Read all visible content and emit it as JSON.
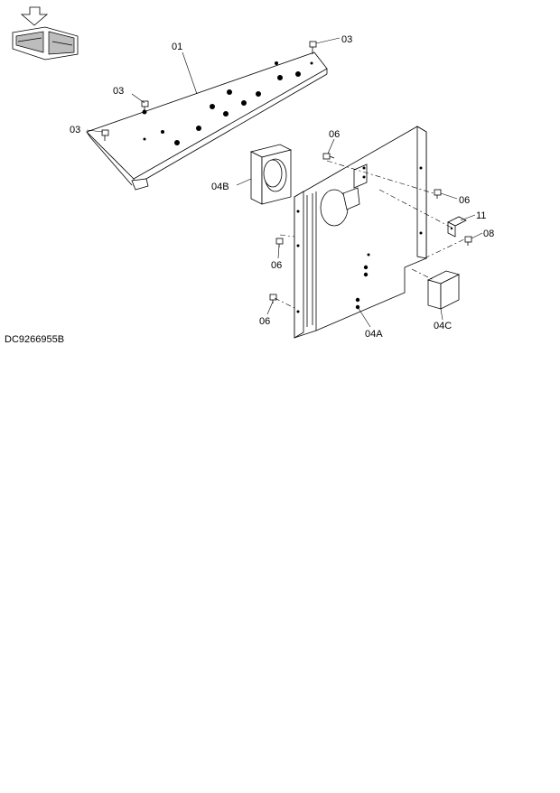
{
  "drawing_code": "DC9266955B",
  "orientation_badge": {
    "icon": "front-orientation-icon"
  },
  "callouts": {
    "c01": "01",
    "c03_top": "03",
    "c03_mid": "03",
    "c03_left": "03",
    "c04B": "04B",
    "c06_upper": "06",
    "c06_right": "06",
    "c11": "11",
    "c08": "08",
    "c06_mid": "06",
    "c06_low": "06",
    "c04A": "04A",
    "c04C": "04C"
  }
}
